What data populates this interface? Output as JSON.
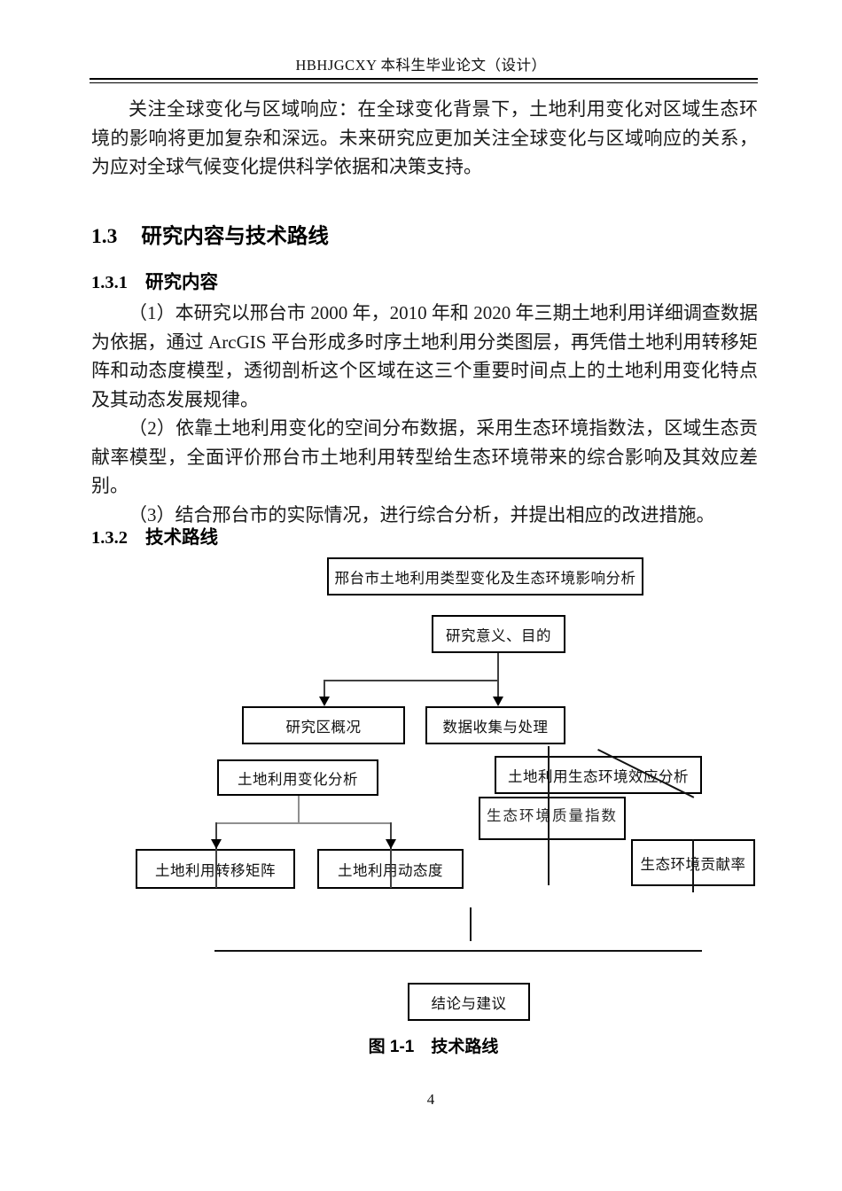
{
  "header": {
    "title": "HBHJGCXY 本科生毕业论文（设计）"
  },
  "paragraphs": {
    "intro": "关注全球变化与区域响应：在全球变化背景下，土地利用变化对区域生态环境的影响将更加复杂和深远。未来研究应更加关注全球变化与区域响应的关系，为应对全球气候变化提供科学依据和决策支持。",
    "item1": "（1）本研究以邢台市 2000 年，2010 年和 2020 年三期土地利用详细调查数据为依据，通过 ArcGIS 平台形成多时序土地利用分类图层，再凭借土地利用转移矩阵和动态度模型，透彻剖析这个区域在这三个重要时间点上的土地利用变化特点及其动态发展规律。",
    "item2": "（2）依靠土地利用变化的空间分布数据，采用生态环境指数法，区域生态贡献率模型，全面评价邢台市土地利用转型给生态环境带来的综合影响及其效应差别。",
    "item3": "（3）结合邢台市的实际情况，进行综合分析，并提出相应的改进措施。"
  },
  "headings": {
    "s13_num": "1.3",
    "s13_text": "研究内容与技术路线",
    "s131_num": "1.3.1",
    "s131_text": "研究内容",
    "s132_num": "1.3.2",
    "s132_text": "技术路线"
  },
  "flowchart": {
    "boxes": {
      "root": "邢台市土地利用类型变化及生态环境影响分析",
      "purpose": "研究意义、目的",
      "overview": "研究区概况",
      "data": "数据收集与处理",
      "landuse_change": "土地利用变化分析",
      "eco_effect": "土地利用生态环境效应分析",
      "transfer_matrix": "土地利用转移矩阵",
      "dynamic_degree": "土地利用动态度",
      "eco_quality_index": "生态环境质量指数",
      "eco_contribution": "生态环境贡献率",
      "conclusion": "结论与建议"
    }
  },
  "caption": "图 1-1　技术路线",
  "page_number": "4",
  "colors": {
    "ink": "#000000",
    "connector_gray": "#8f8f8f"
  }
}
